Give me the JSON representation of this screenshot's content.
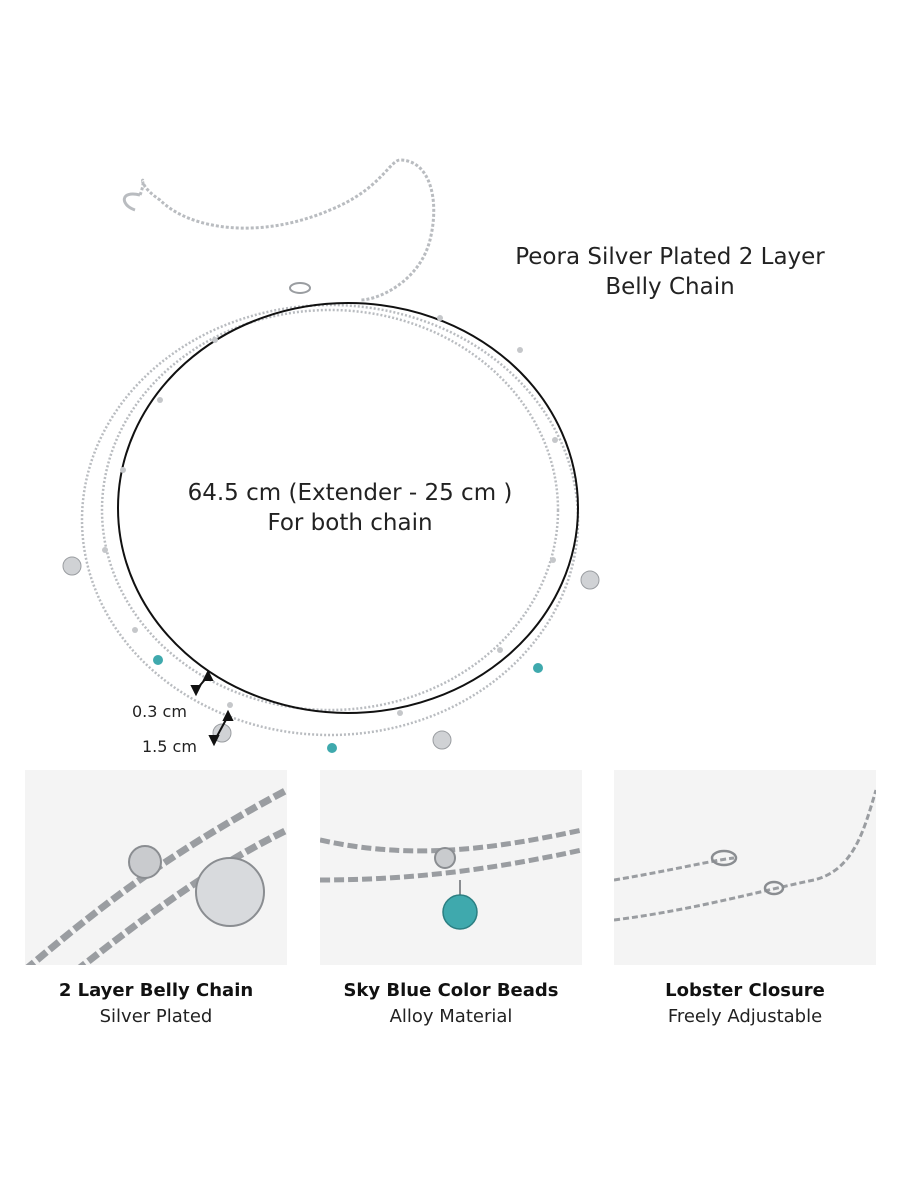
{
  "product_title": {
    "line1": "Peora Silver Plated 2 Layer",
    "line2": "Belly Chain"
  },
  "measurement": {
    "length_line": "64.5 cm (Extender - 25 cm )",
    "note_line": "For both chain"
  },
  "dimensions": {
    "chain_width": "0.3 cm",
    "layer_gap": "1.5 cm"
  },
  "features": [
    {
      "title": "2 Layer Belly Chain",
      "subtitle": "Silver Plated"
    },
    {
      "title": "Sky Blue Color Beads",
      "subtitle": "Alloy Material"
    },
    {
      "title": "Lobster Closure",
      "subtitle": "Freely Adjustable"
    }
  ],
  "colors": {
    "silver": "#b9bcc0",
    "silver_dark": "#8a8d91",
    "turquoise": "#3fa9ad",
    "text": "#222222"
  }
}
